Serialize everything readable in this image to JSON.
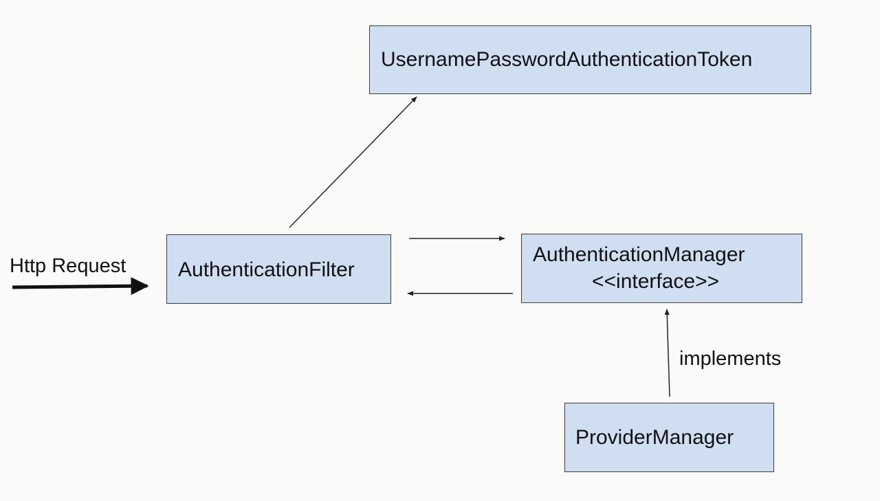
{
  "nodes": {
    "token": {
      "label": "UsernamePasswordAuthenticationToken"
    },
    "filter": {
      "label": "AuthenticationFilter"
    },
    "manager": {
      "label": "AuthenticationManager",
      "stereotype": "<<interface>>"
    },
    "provider": {
      "label": "ProviderManager"
    }
  },
  "edges": {
    "http_request": {
      "label": "Http Request"
    },
    "implements": {
      "label": "implements"
    }
  },
  "colors": {
    "box_fill": "#cfdff1",
    "box_border": "#3a3a3a",
    "line": "#222222",
    "background": "#fafaf8"
  }
}
